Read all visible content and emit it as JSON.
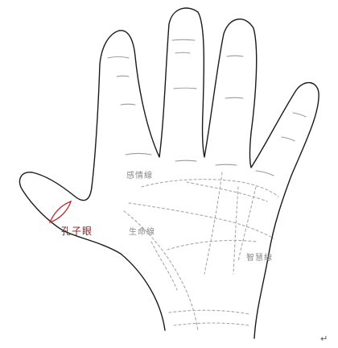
{
  "labels": {
    "heart_line": "感情線",
    "life_line": "生命線",
    "wisdom_line": "智慧線",
    "thumb_eye": "孔子眼",
    "return_mark": "↵"
  },
  "colors": {
    "outline": "#1a1a1a",
    "dashed_lines": "#a8a8a8",
    "thumb_eye": "#c0282d",
    "thumb_eye_label": "#8b1a1a",
    "label_text": "#8a8a8a"
  }
}
